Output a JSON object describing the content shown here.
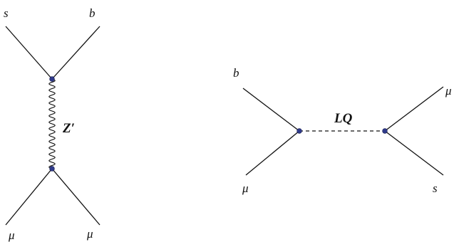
{
  "diagrams": [
    {
      "id": "zprime",
      "boson_label": "Z′",
      "incoming": [
        "s",
        "b"
      ],
      "outgoing": [
        "μ",
        "μ"
      ]
    },
    {
      "id": "leptoquark",
      "boson_label": "LQ",
      "left": [
        "b",
        "μ"
      ],
      "right": [
        "μ",
        "s"
      ]
    }
  ],
  "colors": {
    "line": "#111111",
    "vertex": "#2f3a8a"
  }
}
